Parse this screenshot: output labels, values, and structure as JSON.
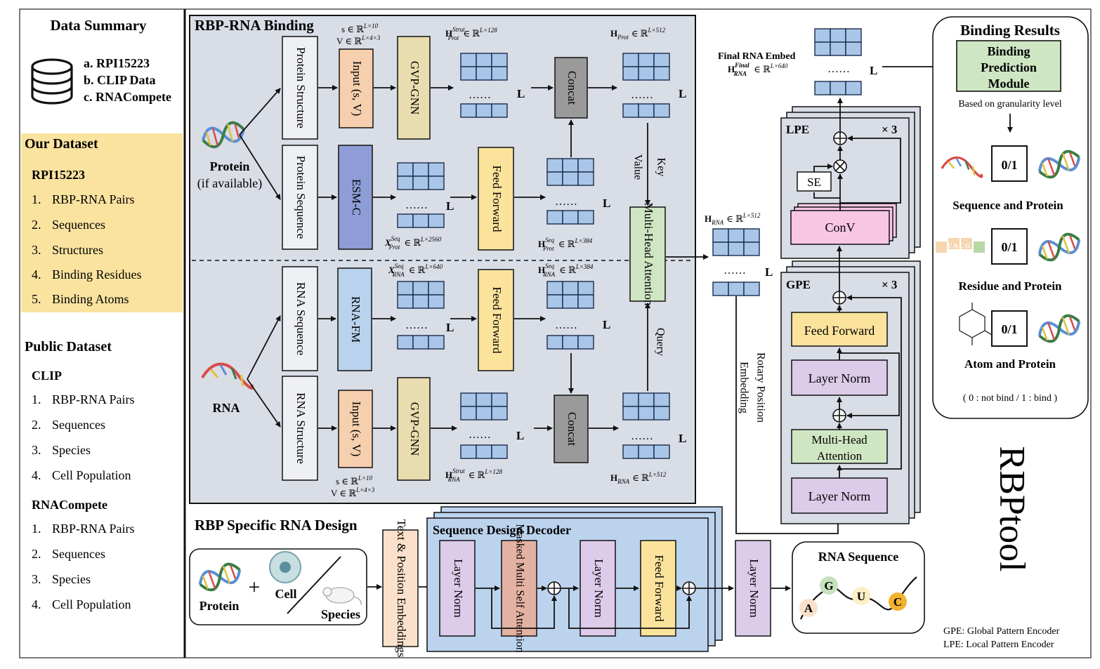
{
  "summary": {
    "title": "Data Summary",
    "items": [
      "a. RPI15223",
      "b. CLIP Data",
      "c. RNACompete"
    ],
    "our_title": "Our Dataset",
    "our_sub": "RPI15223",
    "our_items": [
      "1.",
      "RBP-RNA Pairs",
      "2.",
      "Sequences",
      "3.",
      "Structures",
      "4.",
      "Binding Residues",
      "5.",
      "Binding Atoms"
    ],
    "public_title": "Public Dataset",
    "clip_sub": "CLIP",
    "clip_items": [
      "1.",
      "RBP-RNA Pairs",
      "2.",
      "Sequences",
      "3.",
      "Species",
      "4.",
      "Cell Population"
    ],
    "rnac_sub": "RNACompete",
    "rnac_items": [
      "1.",
      "RBP-RNA Pairs",
      "2.",
      "Sequences",
      "3.",
      "Species",
      "4.",
      "Cell Population"
    ]
  },
  "binding": {
    "title": "RBP-RNA Binding",
    "protein_label": "Protein",
    "protein_note": "(if available)",
    "rna_label": "RNA",
    "protein_structure": "Protein Structure",
    "protein_sequence": "Protein Sequence",
    "rna_sequence": "RNA Sequence",
    "rna_structure": "RNA Structure",
    "input_sv": "Input (s, V)",
    "gvp_gnn": "GVP-GNN",
    "esm_c": "ESM-C",
    "rna_fm": "RNA-FM",
    "feed_forward": "Feed Forward",
    "concat": "Concat",
    "mha": "Multi-Head Attention",
    "key": "Key",
    "value": "Value",
    "query": "Query",
    "dots": "……",
    "L": "L",
    "s_dim": "s ∈ ℝ",
    "s_exp": "L×10",
    "v_dim": "V ∈ ℝ",
    "v_exp": "L×4×3",
    "h_prot_strut": "H",
    "sub_prot": "Prot",
    "sup_strut": "Strut",
    "sub_rna": "RNA",
    "sup_seq": "Seq",
    "x_sym": "X",
    "in_r": "∈ ℝ",
    "e128": "L×128",
    "e512": "L×512",
    "e2560": "L×2560",
    "e384": "L×384",
    "e640": "L×640"
  },
  "middle": {
    "h_rna": "H",
    "sub_rna": "RNA",
    "dim": "∈ ℝ",
    "exp": "L×512",
    "rotary_1": "Rotary Position",
    "rotary_2": "Embedding",
    "final_label": "Final RNA Embed",
    "final_sup": "Final",
    "final_exp": "L×640"
  },
  "encoder": {
    "lpe": "LPE",
    "gpe": "GPE",
    "times3": "× 3",
    "se": "SE",
    "conv": "ConV",
    "feed_forward": "Feed Forward",
    "layer_norm": "Layer Norm",
    "mha_1": "Multi-Head",
    "mha_2": "Attention"
  },
  "results": {
    "title": "Binding Results",
    "module_1": "Binding",
    "module_2": "Prediction",
    "module_3": "Module",
    "granularity": "Based on granularity level",
    "bin": "0/1",
    "r1": "Sequence and Protein",
    "r2": "Residue and Protein",
    "r3": "Atom and Protein",
    "legend": "( 0 : not bind / 1 : bind )",
    "rna_letters": "U A C G"
  },
  "design": {
    "title": "RBP Specific RNA Design",
    "protein": "Protein",
    "cell": "Cell",
    "species": "Species",
    "plus": "+",
    "text_pos": "Text & Position Embeddings",
    "decoder_title": "Sequence Design Decoder",
    "layer_norm": "Layer Norm",
    "masked": "Masked Multi Self Attention",
    "feed_forward": "Feed Forward",
    "rna_seq_title": "RNA Sequence",
    "nt": [
      "A",
      "G",
      "U",
      "C"
    ]
  },
  "brand": "RBPtool",
  "footnote_1": "GPE: Global Pattern Encoder",
  "footnote_2": "LPE: Local Pattern Encoder",
  "colors": {
    "panel": "#d9dde6",
    "matrix": "#a9c6e8",
    "input": "#f6cfae",
    "gvp": "#e9dcae",
    "esm": "#8e9dd6",
    "rnafm": "#b9d2ee",
    "ff": "#fbe39c",
    "concat": "#9a9a9a",
    "mha": "#cfe6c3",
    "ln": "#dccbe9",
    "conv": "#f7c6e3",
    "decoder": "#bcd3ee",
    "dataset": "#fae39f"
  }
}
